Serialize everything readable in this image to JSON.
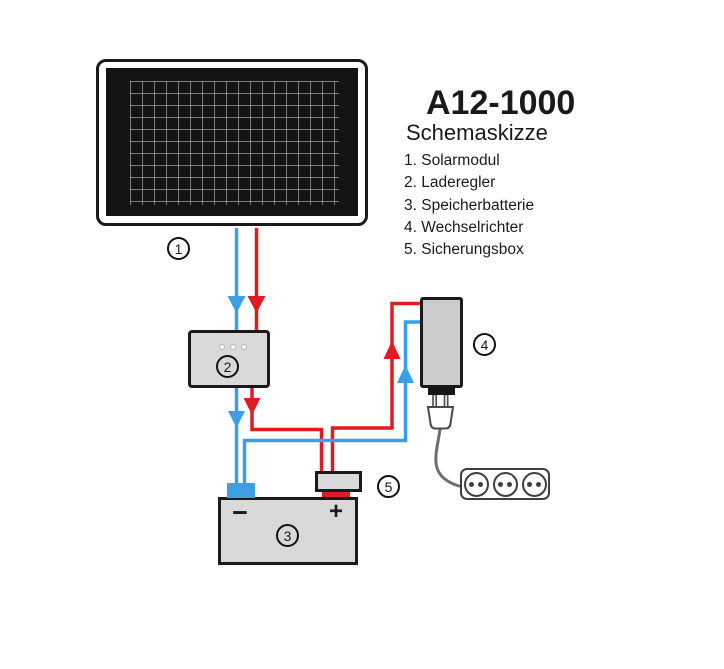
{
  "product": {
    "title": "A12-1000",
    "subtitle": "Schemaskizze"
  },
  "legend": [
    {
      "text": "1. Solarmodul"
    },
    {
      "text": "2. Laderegler"
    },
    {
      "text": "3. Speicherbatterie"
    },
    {
      "text": "4. Wechselrichter"
    },
    {
      "text": "5. Sicherungsbox"
    }
  ],
  "callouts": {
    "solar_module": "1",
    "charge_controller": "2",
    "battery": "3",
    "inverter": "4",
    "fuse_box": "5"
  },
  "battery_terminals": {
    "negative": "−",
    "positive": "+"
  },
  "colors": {
    "wire_red": "#E01B22",
    "wire_blue": "#3B9FE6",
    "outline": "#1A1A1A",
    "fill_light": "#D9D9D9",
    "fill_inverter": "#CBCBCB",
    "panel_bg": "#141414"
  }
}
